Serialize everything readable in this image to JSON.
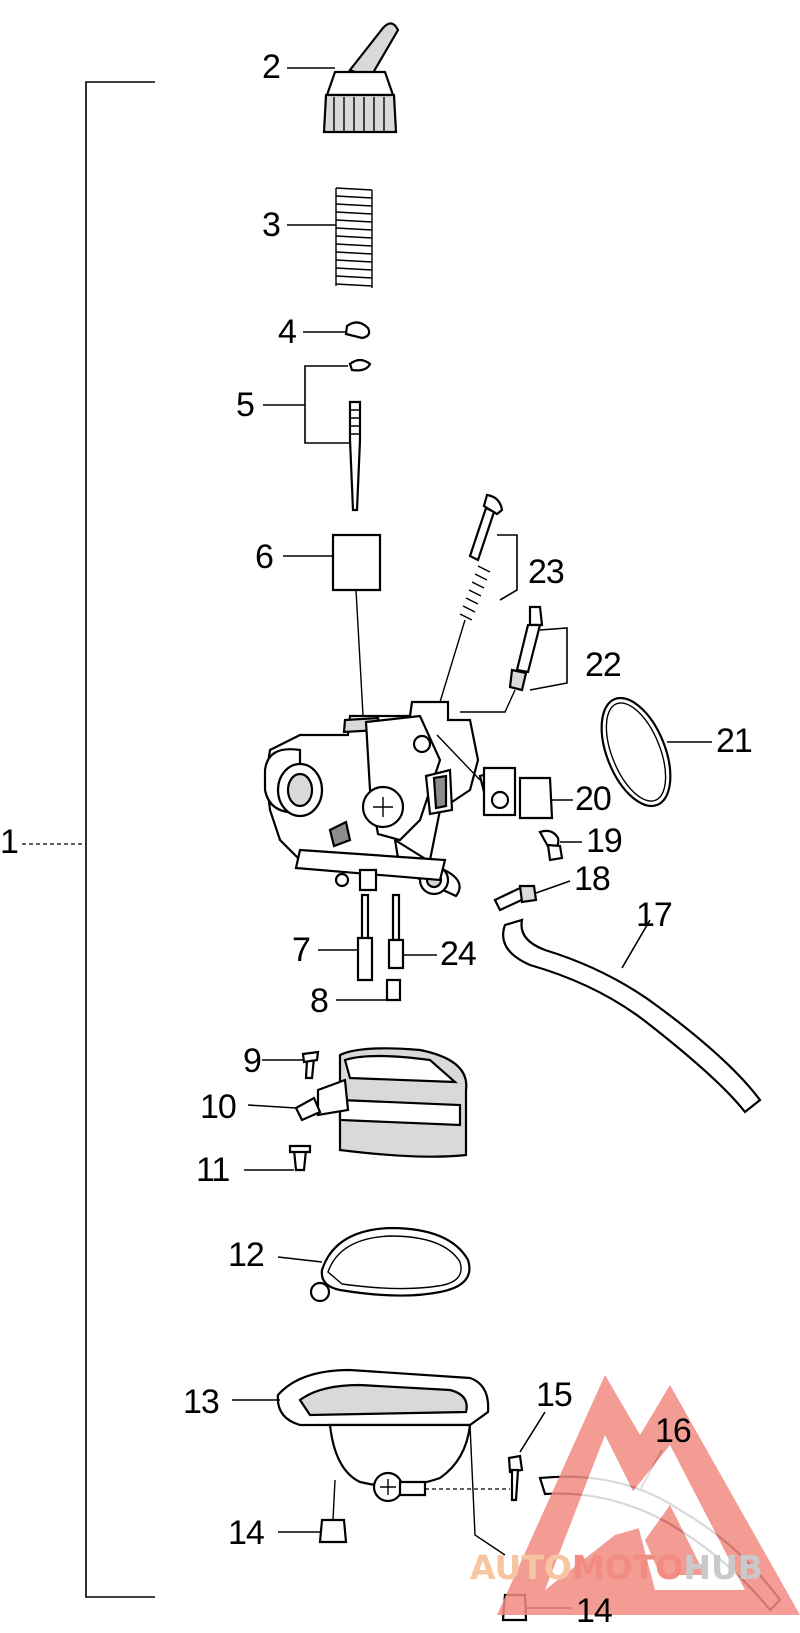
{
  "callouts": [
    {
      "id": "1",
      "label": "1"
    },
    {
      "id": "2",
      "label": "2"
    },
    {
      "id": "3",
      "label": "3"
    },
    {
      "id": "4",
      "label": "4"
    },
    {
      "id": "5",
      "label": "5"
    },
    {
      "id": "6",
      "label": "6"
    },
    {
      "id": "7",
      "label": "7"
    },
    {
      "id": "8",
      "label": "8"
    },
    {
      "id": "9",
      "label": "9"
    },
    {
      "id": "10",
      "label": "10"
    },
    {
      "id": "11",
      "label": "11"
    },
    {
      "id": "12",
      "label": "12"
    },
    {
      "id": "13",
      "label": "13"
    },
    {
      "id": "14a",
      "label": "14"
    },
    {
      "id": "14b",
      "label": "14"
    },
    {
      "id": "15",
      "label": "15"
    },
    {
      "id": "16",
      "label": "16"
    },
    {
      "id": "17",
      "label": "17"
    },
    {
      "id": "18",
      "label": "18"
    },
    {
      "id": "19",
      "label": "19"
    },
    {
      "id": "20",
      "label": "20"
    },
    {
      "id": "21",
      "label": "21"
    },
    {
      "id": "22",
      "label": "22"
    },
    {
      "id": "23",
      "label": "23"
    },
    {
      "id": "24",
      "label": "24"
    }
  ],
  "watermark": {
    "part1": "AUTO",
    "part2": "MOTO",
    "part3": "HUB",
    "color_primary": "#f28b82",
    "color_secondary": "#f7c59f",
    "color_dark": "#c9c9c9"
  },
  "colors": {
    "line": "#000000",
    "fill_light": "#d9d9d9",
    "fill_dark": "#8c8c8c"
  }
}
